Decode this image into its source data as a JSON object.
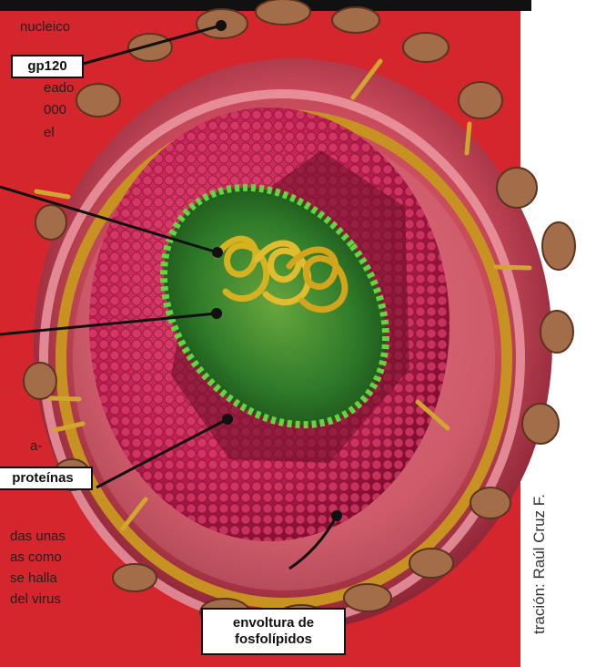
{
  "texts": {
    "line1": "nucleico",
    "line2": "eado",
    "line3": "000",
    "line4": "el",
    "line5": "a-",
    "line6": "das unas",
    "line7": "as como",
    "line8": "se halla",
    "line9": "del virus"
  },
  "labels": {
    "gp120": "gp120",
    "proteinas": "proteínas",
    "envoltura_line1": "envoltura de",
    "envoltura_line2": "fosfolípidos"
  },
  "credit": "tración: Raúl Cruz F.",
  "colors": {
    "background_red": "#d6262d",
    "envelope_pink": "#c94b5b",
    "capsid_magenta": "#c21f53",
    "core_green": "#2f7b2a",
    "rna_yellow": "#d7b21f"
  }
}
